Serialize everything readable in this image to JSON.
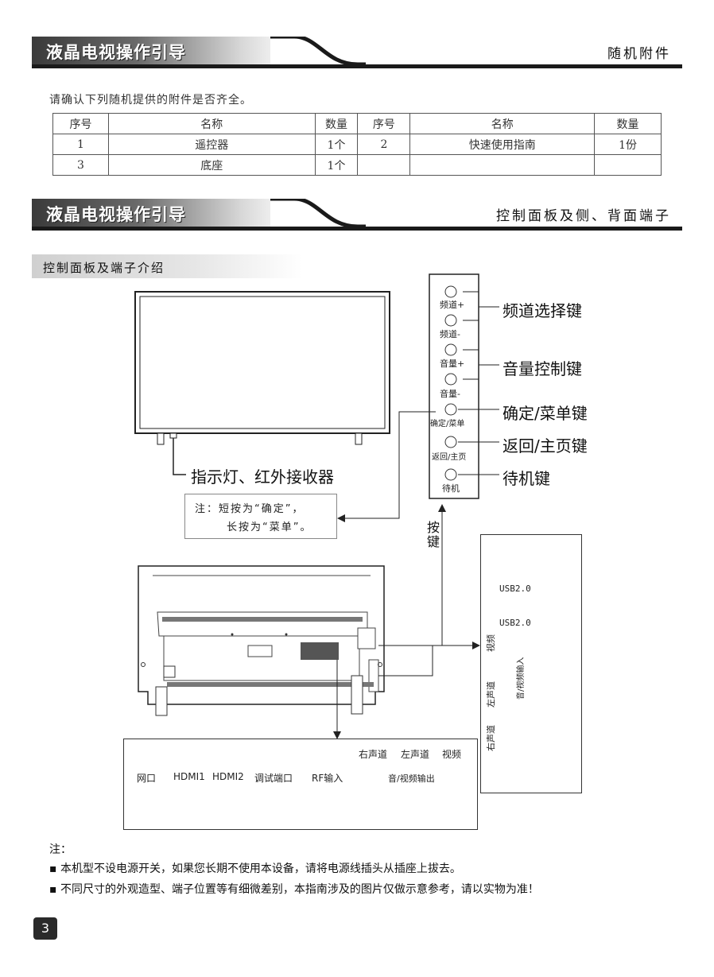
{
  "header1": {
    "title": "液晶电视操作引导",
    "right": "随机附件"
  },
  "intro": "请确认下列随机提供的附件是否齐全。",
  "accessories": {
    "headers": [
      "序号",
      "名称",
      "数量",
      "序号",
      "名称",
      "数量"
    ],
    "rows": [
      [
        "1",
        "遥控器",
        "1个",
        "2",
        "快速使用指南",
        "1份"
      ],
      [
        "3",
        "底座",
        "1个",
        "",
        "",
        ""
      ]
    ]
  },
  "header2": {
    "title": "液晶电视操作引导",
    "right": "控制面板及侧、背面端子"
  },
  "section_title": "控制面板及端子介绍",
  "buttons": {
    "ch_plus": "频道+",
    "ch_minus": "频道-",
    "vol_plus": "音量+",
    "vol_minus": "音量-",
    "ok_menu": "确定/菜单",
    "back_home": "返回/主页",
    "standby": "待机"
  },
  "callouts": {
    "channel": "频道选择键",
    "volume": "音量控制键",
    "ok_menu": "确定/菜单键",
    "back_home": "返回/主页键",
    "standby": "待机键",
    "indicator": "指示灯、红外接收器",
    "keys_1": "按",
    "keys_2": "键"
  },
  "note_box": {
    "line1": "注：短按为“确定”，",
    "line2": "长按为“菜单”。"
  },
  "bottom_ports": {
    "lan": "网口",
    "hdmi1": "HDMI1",
    "hdmi2": "HDMI2",
    "debug": "调试端口",
    "rf": "RF输入",
    "right_ch": "右声道",
    "left_ch": "左声道",
    "video": "视频",
    "av_out": "音/视频输出"
  },
  "side_ports": {
    "usb1": "USB2.0",
    "usb2": "USB2.0",
    "video": "视频",
    "left_ch": "左声道",
    "right_ch": "右声道",
    "av_in": "音/视频输入"
  },
  "notes": {
    "label": "注：",
    "item1": "▪ 本机型不设电源开关，如果您长期不使用本设备，请将电源线插头从插座上拔去。",
    "item2": "▪ 不同尺寸的外观造型、端子位置等有细微差别，本指南涉及的图片仅做示意参考，请以实物为准！"
  },
  "page_number": "3"
}
